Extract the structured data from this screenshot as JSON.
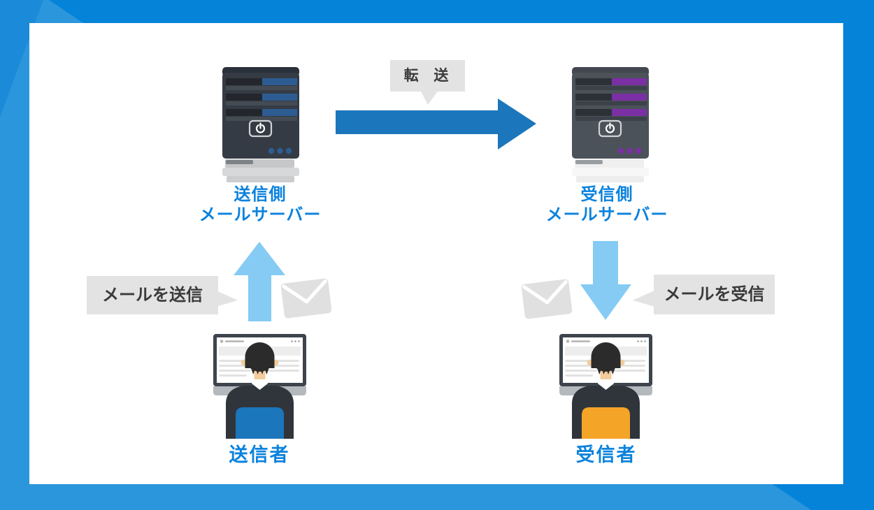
{
  "colors": {
    "frame_blue": "#0483d9",
    "frame_light": "#2b96dc",
    "frame_corner": "#1b8bd9",
    "label_blue": "#0b82dd",
    "arrow_blue": "#1b76bc",
    "light_arrow_blue": "#85cbf4",
    "bubble_gray": "#e3e3e3",
    "bubble_text": "#3a3a3a",
    "server_accent_sender": "#2d5c92",
    "server_accent_receiver": "#7b2fa4",
    "chair_sender": "#1b76bb",
    "chair_receiver": "#f4a426",
    "envelope_gray": "#e0e0e0"
  },
  "diagram": {
    "servers": {
      "sender": {
        "label_line1": "送信側",
        "label_line2": "メールサーバー"
      },
      "receiver": {
        "label_line1": "受信側",
        "label_line2": "メールサーバー"
      }
    },
    "users": {
      "sender": {
        "label": "送信者"
      },
      "receiver": {
        "label": "受信者"
      }
    },
    "bubbles": {
      "transfer": "転 送",
      "send": "メールを送信",
      "receive": "メールを受信"
    }
  }
}
